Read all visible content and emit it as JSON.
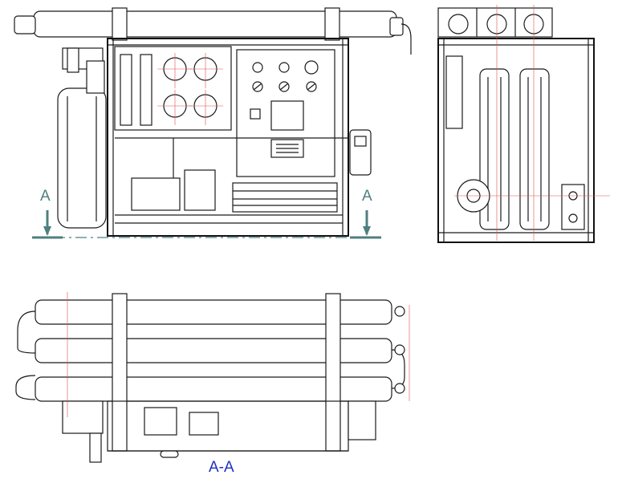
{
  "section_marker_left": "A",
  "section_marker_right": "A",
  "section_view_label": "A-A",
  "colors": {
    "line": "#1a1a1a",
    "section_line": "#4f7f7f",
    "section_label": "#1f2fbf",
    "center_lines": "#e05050"
  }
}
